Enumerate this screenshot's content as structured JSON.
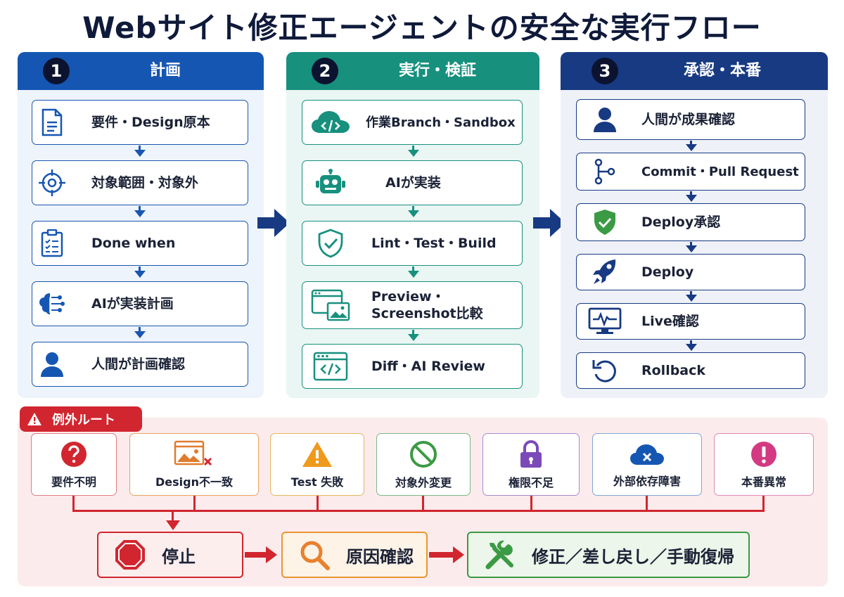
{
  "title": "Webサイト修正エージェントの安全な実行フロー",
  "columns": [
    {
      "number": "1",
      "title": "計画",
      "steps": [
        {
          "label": "要件・Design原本",
          "icon": "document-icon"
        },
        {
          "label": "対象範囲・対象外",
          "icon": "target-icon"
        },
        {
          "label": "Done when",
          "icon": "checklist-icon"
        },
        {
          "label": "AIが実装計画",
          "icon": "ai-brain-icon"
        },
        {
          "label": "人間が計画確認",
          "icon": "person-icon"
        }
      ]
    },
    {
      "number": "2",
      "title": "実行・検証",
      "steps": [
        {
          "label": "作業Branch・Sandbox",
          "icon": "cloud-code-icon"
        },
        {
          "label": "AIが実装",
          "icon": "robot-icon"
        },
        {
          "label": "Lint・Test・Build",
          "icon": "shield-check-icon"
        },
        {
          "label_line1": "Preview・",
          "label_line2": "Screenshot比較",
          "icon": "preview-image-icon"
        },
        {
          "label": "Diff・AI Review",
          "icon": "code-window-icon"
        }
      ]
    },
    {
      "number": "3",
      "title": "承認・本番",
      "steps": [
        {
          "label": "人間が成果確認",
          "icon": "person-icon"
        },
        {
          "label": "Commit・Pull Request",
          "icon": "git-branch-icon"
        },
        {
          "label": "Deploy承認",
          "icon": "green-shield-icon"
        },
        {
          "label": "Deploy",
          "icon": "rocket-icon"
        },
        {
          "label": "Live確認",
          "icon": "monitor-pulse-icon"
        },
        {
          "label": "Rollback",
          "icon": "rollback-icon"
        }
      ]
    }
  ],
  "exceptions": {
    "tag": "例外ルート",
    "items": [
      {
        "label": "要件不明",
        "icon": "question-icon"
      },
      {
        "label": "Design不一致",
        "icon": "image-mismatch-icon"
      },
      {
        "label": "Test 失敗",
        "icon": "warning-icon"
      },
      {
        "label": "対象外変更",
        "icon": "prohibited-icon"
      },
      {
        "label": "権限不足",
        "icon": "lock-icon"
      },
      {
        "label": "外部依存障害",
        "icon": "cloud-error-icon"
      },
      {
        "label": "本番異常",
        "icon": "alert-icon"
      }
    ],
    "actions": [
      {
        "label": "停止",
        "icon": "stop-sign-icon"
      },
      {
        "label": "原因確認",
        "icon": "magnifier-icon"
      },
      {
        "label": "修正／差し戻し／手動復帰",
        "icon": "tools-icon"
      }
    ]
  },
  "colors": {
    "plan": "#1656b3",
    "exec": "#17907e",
    "approve": "#173a82",
    "exception": "#d1262f",
    "orange": "#e89632",
    "green": "#3b9a44",
    "purple": "#7a4ab8",
    "magenta": "#d33a82"
  }
}
